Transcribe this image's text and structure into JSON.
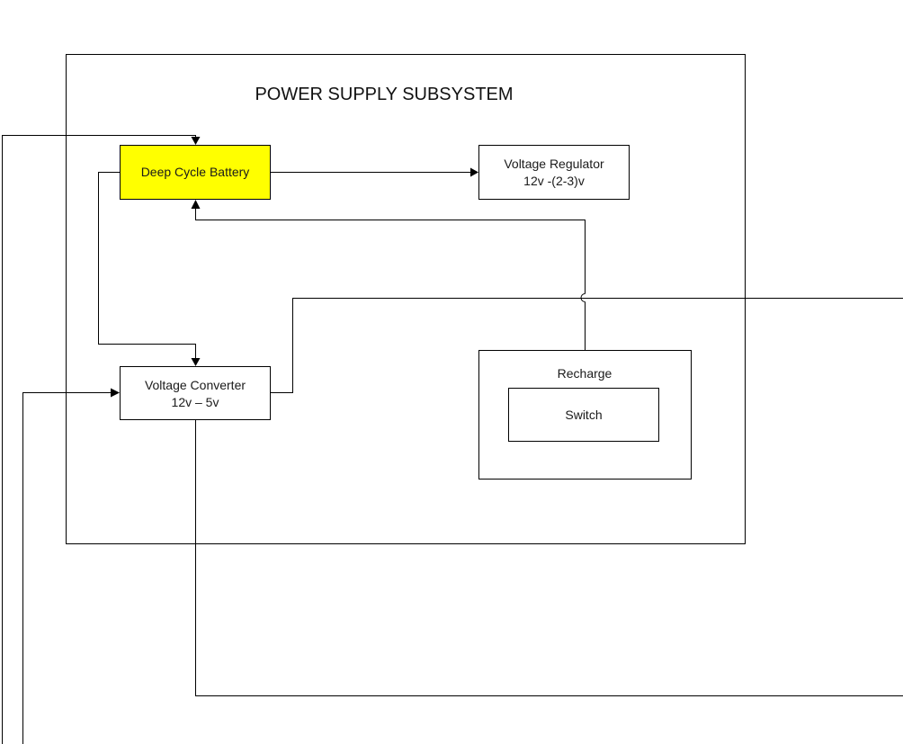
{
  "diagram": {
    "title": "POWER SUPPLY SUBSYSTEM",
    "colors": {
      "battery_fill": "#FFFF00",
      "box_fill": "#FFFFFF",
      "stroke": "#000000"
    },
    "nodes": {
      "battery": {
        "lines": [
          "Deep Cycle Battery"
        ]
      },
      "regulator": {
        "lines": [
          "Voltage Regulator",
          "12v -(2-3)v"
        ]
      },
      "converter": {
        "lines": [
          "Voltage Converter",
          "12v – 5v"
        ]
      },
      "recharge": {
        "lines": [
          "Recharge"
        ]
      },
      "switch": {
        "lines": [
          "Switch"
        ]
      }
    }
  }
}
